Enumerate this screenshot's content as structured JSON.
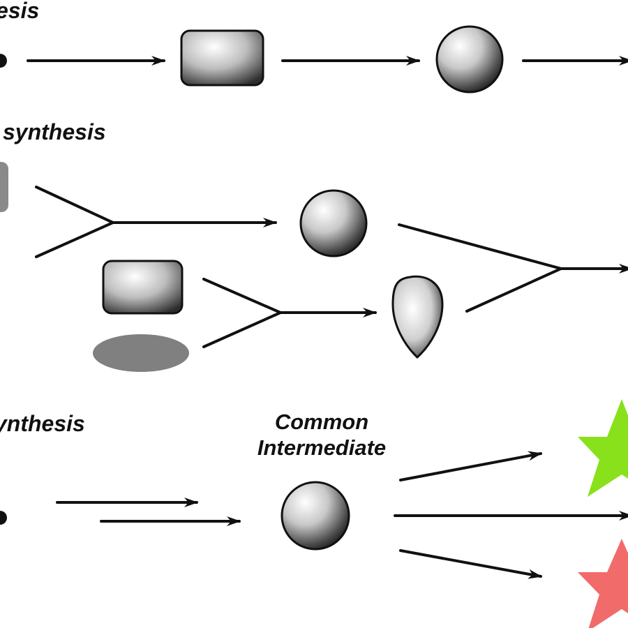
{
  "sections": [
    {
      "id": "linear",
      "label": "esis"
    },
    {
      "id": "convergent",
      "label": "synthesis"
    },
    {
      "id": "divergent",
      "label": "ynthesis"
    }
  ],
  "common_intermediate": {
    "line1": "Common",
    "line2": "Intermediate"
  },
  "colors": {
    "stroke": "#111111",
    "oval_gray": "#808080",
    "star_green": "#88e11a",
    "star_red": "#f26b6b"
  }
}
